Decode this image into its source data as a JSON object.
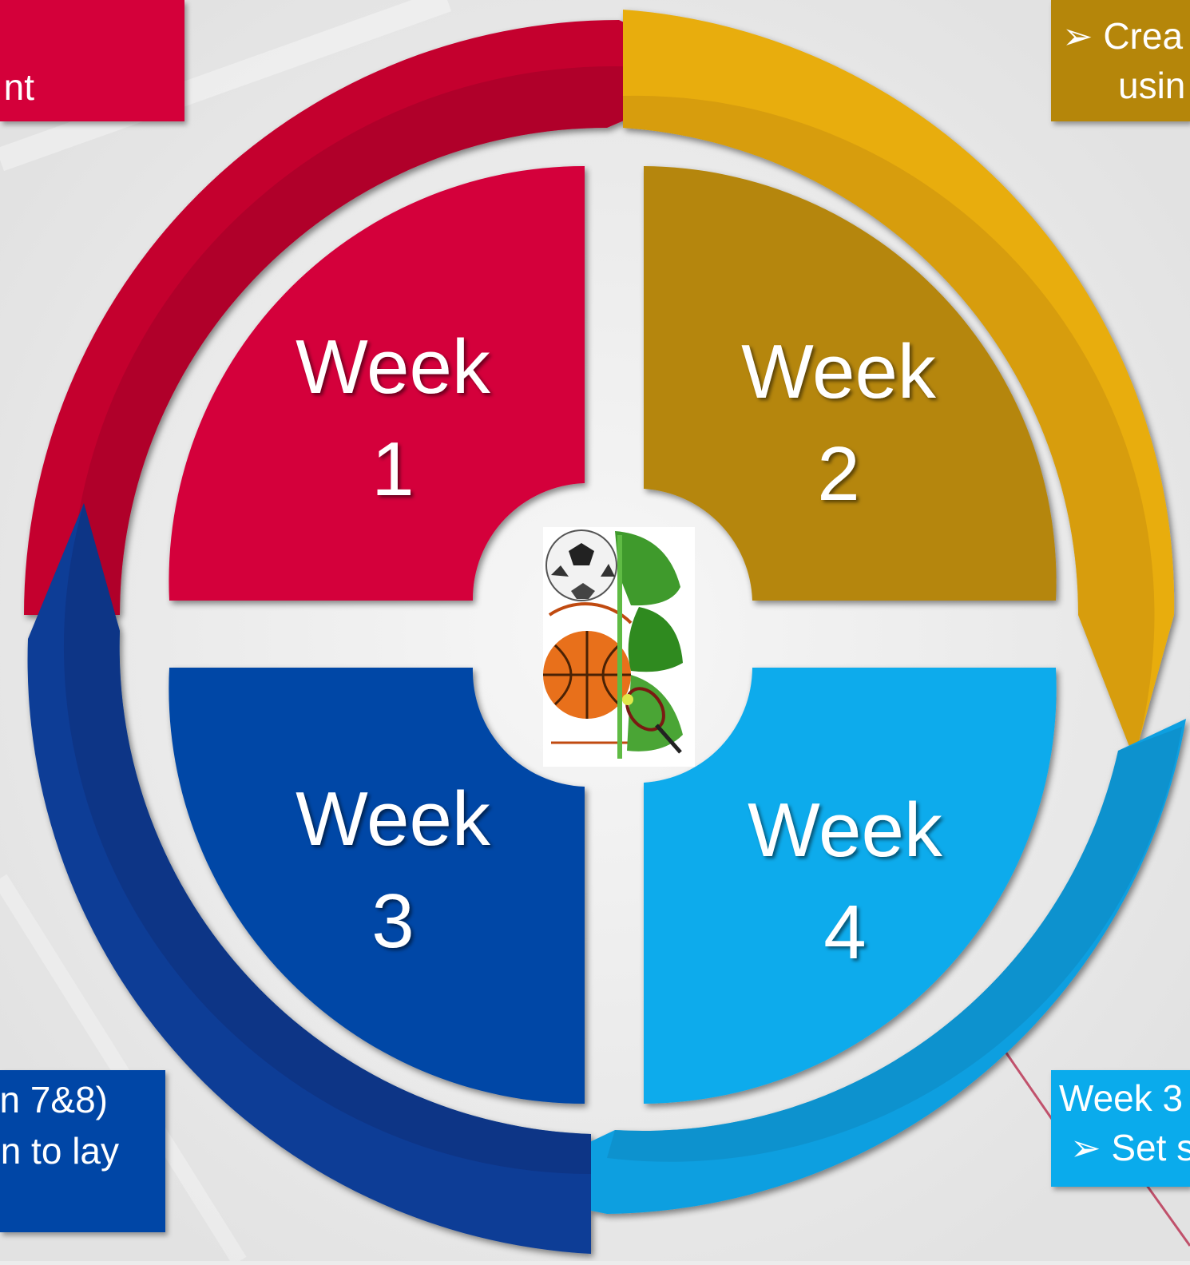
{
  "panels": {
    "top_left": {
      "lines": [
        "",
        "nt"
      ],
      "color": "#d4003a"
    },
    "top_right": {
      "lines": [
        "➢ Crea",
        "usin"
      ],
      "color": "#b5860a"
    },
    "bottom_left": {
      "lines": [
        "n 7&8)",
        "n to lay"
      ],
      "color": "#0046a6"
    },
    "bottom_right": {
      "lines": [
        "Week 3",
        "➢ Set s"
      ],
      "color": "#0aabec"
    }
  },
  "quadrants": [
    {
      "line1": "Week",
      "line2": "1",
      "color": "#d4003a"
    },
    {
      "line1": "Week",
      "line2": "2",
      "color": "#b5860a"
    },
    {
      "line1": "Week",
      "line2": "3",
      "color": "#0046a6"
    },
    {
      "line1": "Week",
      "line2": "4",
      "color": "#0aabec"
    }
  ],
  "arrows": {
    "red": "#c4002f",
    "gold": "#e8ad0b",
    "navy": "#0a3c96",
    "sky": "#0b9fe0"
  },
  "center_logo": {
    "icons": [
      "soccer-ball-icon",
      "basketball-icon",
      "tennis-racket-icon",
      "grass-r-letter-icon"
    ]
  }
}
